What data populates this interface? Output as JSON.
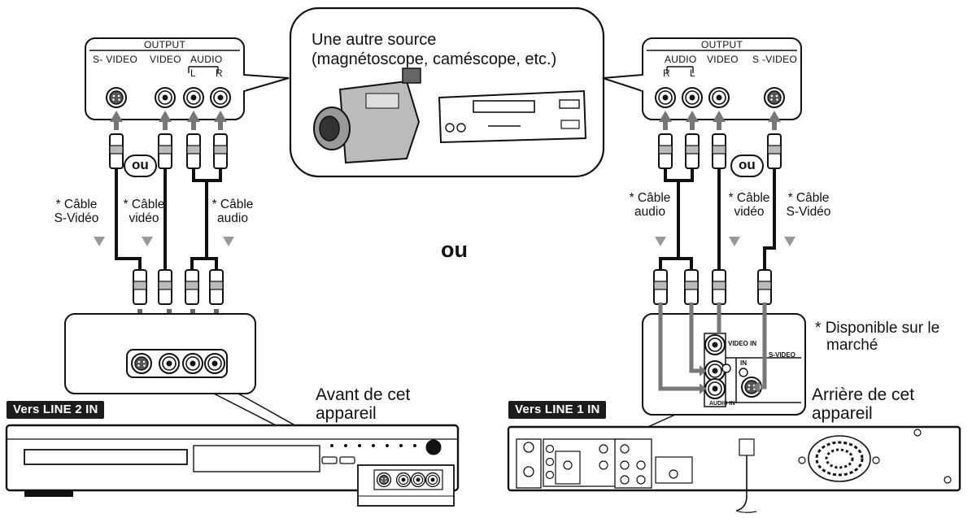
{
  "left_panel": {
    "output_title": "OUTPUT",
    "jack_labels": [
      "S- VIDEO",
      "VIDEO",
      "AUDIO"
    ],
    "lr_labels": [
      "L",
      "R"
    ],
    "ou_label": "ou",
    "cables": [
      {
        "star": "*",
        "line1": "Câble",
        "line2": "S-Vidéo"
      },
      {
        "star": "*",
        "line1": "Câble",
        "line2": "vidéo"
      },
      {
        "star": "*",
        "line1": "Câble",
        "line2": "audio"
      }
    ],
    "dest_tag": "Vers LINE 2 IN",
    "device_caption_1": "Avant de cet",
    "device_caption_2": "appareil"
  },
  "center": {
    "source_line1": "Une autre source",
    "source_line2": "(magnétoscope, caméscope, etc.)",
    "ou_label": "ou"
  },
  "right_panel": {
    "output_title": "OUTPUT",
    "jack_labels": [
      "AUDIO",
      "VIDEO",
      "S -VIDEO"
    ],
    "lr_labels": [
      "R",
      "L"
    ],
    "ou_label": "ou",
    "cables": [
      {
        "star": "*",
        "line1": "Câble",
        "line2": "audio"
      },
      {
        "star": "*",
        "line1": "Câble",
        "line2": "vidéo"
      },
      {
        "star": "*",
        "line1": "Câble",
        "line2": "S-Vidéo"
      }
    ],
    "note_star": "*",
    "note_line1": "Disponible sur le",
    "note_line2": "marché",
    "dest_tag": "Vers LINE 1 IN",
    "device_caption_1": "Arrière de cet",
    "device_caption_2": "appareil",
    "panel_labels": {
      "video_in": "VIDEO IN",
      "s_video": "S-VIDEO",
      "audio_in": "AUDIO IN",
      "in": "IN"
    }
  }
}
